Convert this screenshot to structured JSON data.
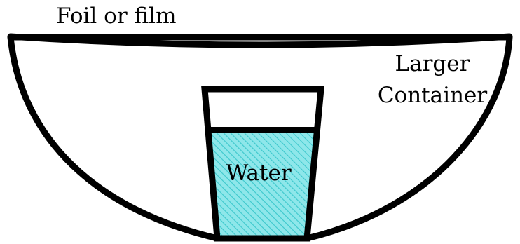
{
  "labels": {
    "cover": "Foil or film",
    "container_line1": "Larger",
    "container_line2": "Container",
    "water": "Water"
  },
  "colors": {
    "outline": "#000000",
    "water_fill": "#8ee7ea",
    "hatch_line": "#3cc8cc",
    "background": "#ffffff"
  }
}
